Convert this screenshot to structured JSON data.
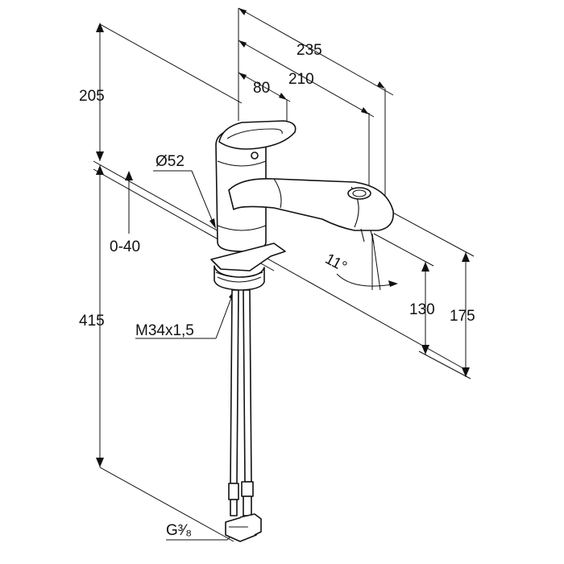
{
  "drawing": {
    "dimensions": {
      "overall_width": "235",
      "spout_reach": "210",
      "lever_offset": "80",
      "top_height": "205",
      "body_diameter": "Ø52",
      "worktop_thickness": "0-40",
      "below_worktop": "415",
      "mount_thread": "M34x1,5",
      "spout_angle": "11°",
      "outlet_height": "130",
      "total_spout_height": "175",
      "connection_thread": "G³⁄₈"
    },
    "colors": {
      "line": "#111111",
      "background": "#ffffff"
    }
  }
}
